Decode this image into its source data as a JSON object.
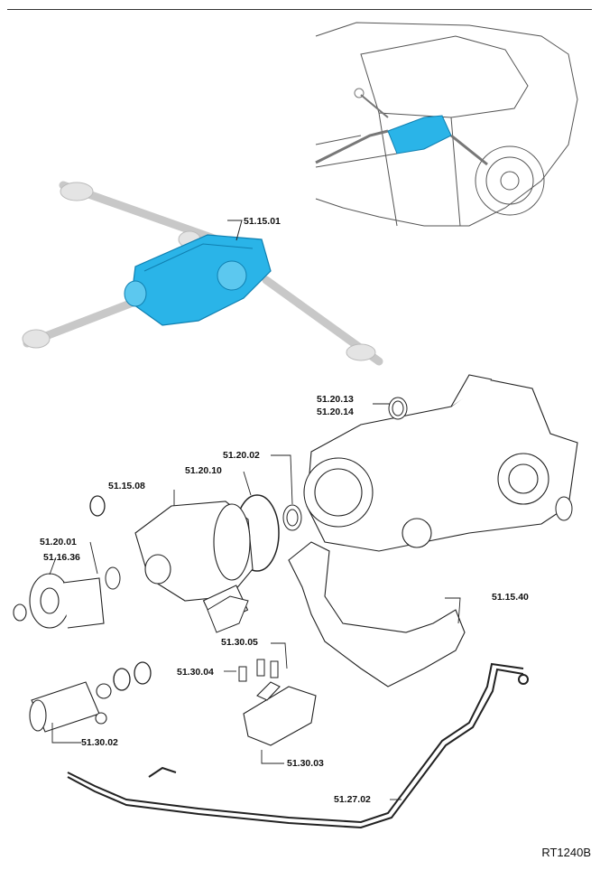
{
  "figure_id": "RT1240B",
  "callouts": {
    "c_51_15_01": "51.15.01",
    "c_51_20_13": "51.20.13",
    "c_51_20_14": "51.20.14",
    "c_51_20_02": "51.20.02",
    "c_51_15_08": "51.15.08",
    "c_51_20_10": "51.20.10",
    "c_51_20_01": "51.20.01",
    "c_51_16_36": "51.16.36",
    "c_51_15_40": "51.15.40",
    "c_51_30_05": "51.30.05",
    "c_51_30_04": "51.30.04",
    "c_51_30_02": "51.30.02",
    "c_51_30_03": "51.30.03",
    "c_51_27_02": "51.27.02"
  },
  "colors": {
    "highlight": "#2ab4e8",
    "highlight_dark": "#0f7fb0",
    "line": "#222222",
    "ghost": "#c8c8c8"
  }
}
